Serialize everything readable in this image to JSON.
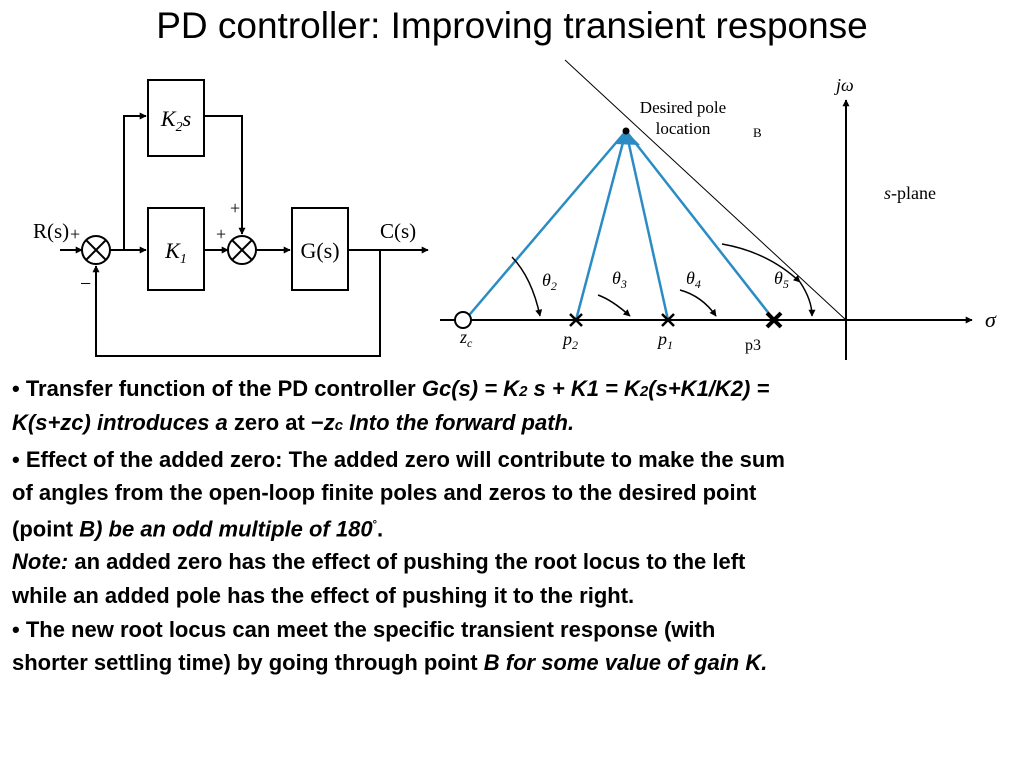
{
  "title": "PD controller: Improving transient response",
  "diagram": {
    "k2s": [
      "K",
      "2",
      "s"
    ],
    "k1": [
      "K",
      "1"
    ],
    "gs": "G(s)",
    "rs": "R(s)",
    "cs": "C(s)",
    "plus": "+",
    "minus": "−",
    "plus_top": "+",
    "plus_left": "+",
    "desired_line1": "Desired pole",
    "desired_line2": "location",
    "b": "B",
    "jw": "jω",
    "splane_s": "s",
    "splane_rest": "-plane",
    "sigma": "σ",
    "zc": [
      "z",
      "c"
    ],
    "p2": [
      "p",
      "2"
    ],
    "p1": [
      "p",
      "1"
    ],
    "p3": "p3",
    "theta2": [
      "θ",
      "2"
    ],
    "theta3": [
      "θ",
      "3"
    ],
    "theta4": [
      "θ",
      "4"
    ],
    "theta5": [
      "θ",
      "5"
    ]
  },
  "text": {
    "b1_a": "• Transfer function of the PD controller ",
    "b1_b": "Gc(s) = K",
    "b1_c": "2",
    "b1_d": " s + K1 = K",
    "b1_e": "2",
    "b1_f": "(s+K1/K2) =",
    "b1_g": "K(s+zc) introduces  a ",
    "b1_h": " zero at −",
    "b1_i": "z",
    "b1_j": "c",
    "b1_k": "  Into the forward path.",
    "b2_line1": "• Effect of the added zero: The added zero will contribute to make the sum",
    "b2_line2": "of angles from the open-loop finite poles and zeros to the desired point",
    "b2_a": "(point ",
    "b2_b": "B) be an odd multiple of 180",
    "b2_c": "°",
    "b2_d": ".",
    "note_a": "Note:",
    "note_b": " an added zero has the effect of pushing the root locus to the left",
    "note_line2": "while an added pole has the effect of pushing it to the right.",
    "b3_line1": "• The new root locus can meet the specific transient response (with",
    "b3_a": "shorter settling time) by going through point ",
    "b3_b": "B for some value of gain K."
  }
}
